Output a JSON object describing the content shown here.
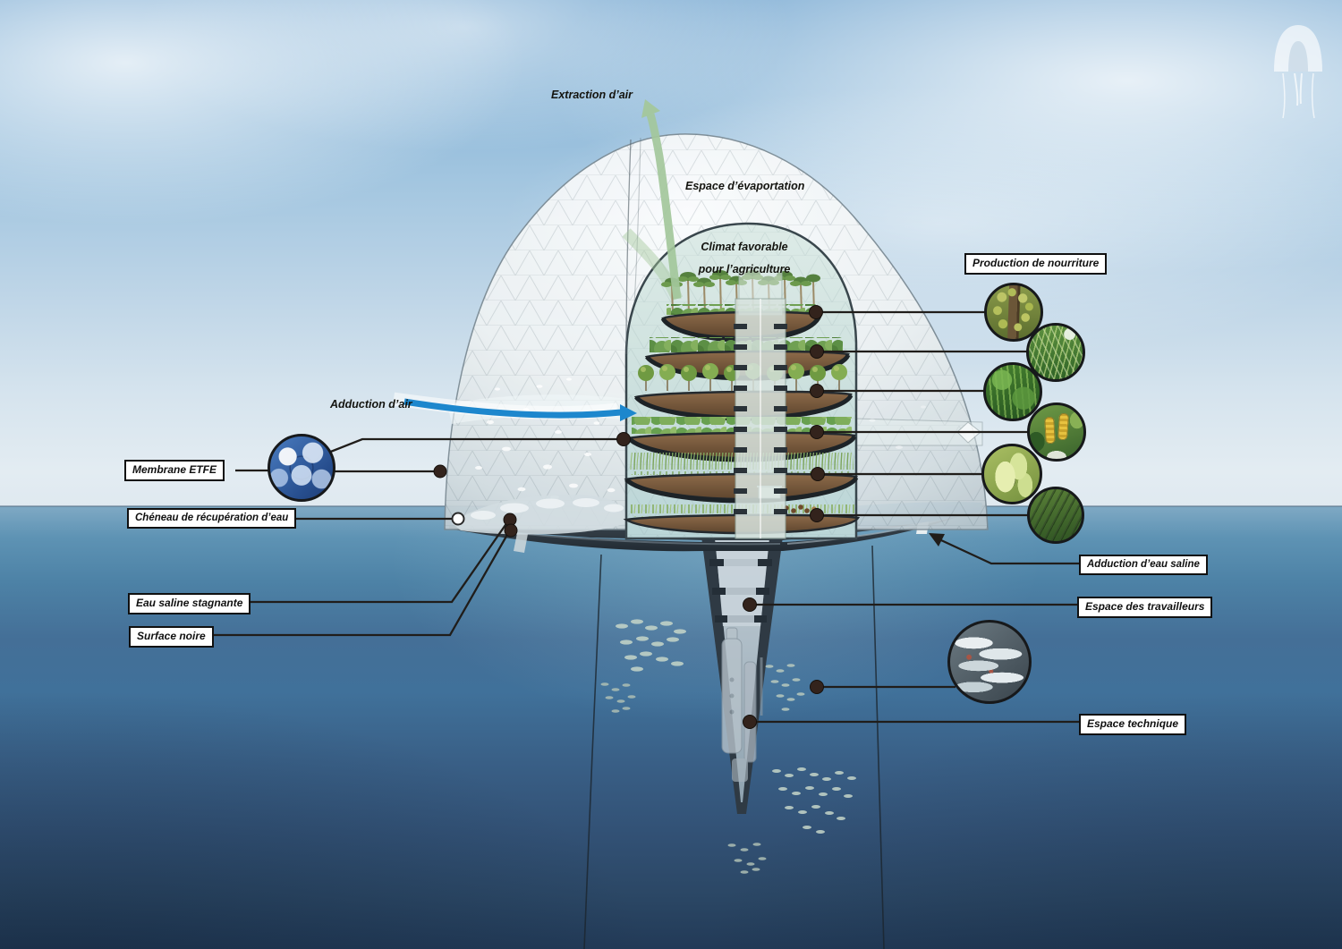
{
  "labels": {
    "extraction_air": "Extraction d’air",
    "espace_evaporation": "Espace d’évaportation",
    "climat_favorable_line1": "Climat favorable",
    "climat_favorable_line2": "pour l’agriculture",
    "adduction_air": "Adduction d’air",
    "membrane_etfe": "Membrane ETFE",
    "cheneau_recuperation_eau": "Chéneau de récupération d’eau",
    "eau_saline_stagnante": "Eau saline stagnante",
    "surface_noire": "Surface noire",
    "production_nourriture": "Production de nourriture",
    "adduction_eau_saline": "Adduction d’eau saline",
    "espace_travailleurs": "Espace des travailleurs",
    "espace_technique": "Espace technique"
  },
  "photo_callouts": {
    "food_circles": [
      "fruit-tree",
      "corn-plants",
      "green-beans",
      "corn-cobs",
      "green-bananas",
      "crop-rows"
    ],
    "fish_circle": "sardines",
    "membrane_circle": "etfe-cushion-detail"
  },
  "colors": {
    "sky_top": "#79aad2",
    "sea_deep": "#223a57",
    "air_arrow_blue": "#1d87cd",
    "extraction_arrow_green": "#a3c79b",
    "connector_line": "#201d1a",
    "label_bg": "#ffffff",
    "label_border": "#101010",
    "hull_dark": "#2c3640",
    "soil_brown": "#8a6a4c"
  }
}
